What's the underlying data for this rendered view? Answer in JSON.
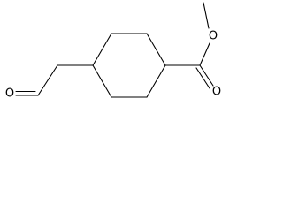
{
  "atom_labels": {
    "aldehyde_oxygen": "O",
    "ester_carbonyl_oxygen": "O",
    "ester_ether_oxygen": "O"
  },
  "colors": {
    "background": "#ffffff",
    "bond": "#000000",
    "label": "#000000"
  }
}
